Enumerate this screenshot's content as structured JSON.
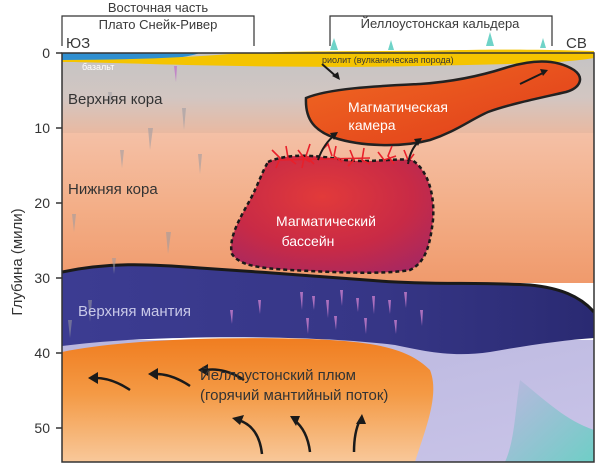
{
  "header": {
    "region_west_line1": "Восточная часть",
    "region_west_line2": "Плато Снейк-Ривер",
    "region_east": "Йеллоустонская кальдера",
    "direction_sw": "ЮЗ",
    "direction_ne": "СВ"
  },
  "axis": {
    "y_label": "Глубина (мили)",
    "ticks": [
      "0",
      "10",
      "20",
      "30",
      "40",
      "50"
    ]
  },
  "layers": {
    "basalt": "базальт",
    "rhyolite": "риолит (вулканическая порода)",
    "upper_crust": "Верхняя кора",
    "lower_crust": "Нижняя кора",
    "upper_mantle": "Верхняя мантия"
  },
  "features": {
    "magma_chamber_line1": "Магматическая",
    "magma_chamber_line2": "камера",
    "magma_reservoir_line1": "Магматический",
    "magma_reservoir_line2": "бассейн",
    "plume_line1": "Йеллоустонский плюм",
    "plume_line2": "(горячий мантийный поток)"
  },
  "colors": {
    "upper_crust": "#c8c8c8",
    "lower_crust": "#f2b08a",
    "upper_mantle": "#3a3a8e",
    "plume": "#f08a2a",
    "magma_chamber": "#e8501a",
    "magma_reservoir": "#c8283c",
    "basalt": "#2f8fd0",
    "rhyolite": "#f4c400"
  }
}
